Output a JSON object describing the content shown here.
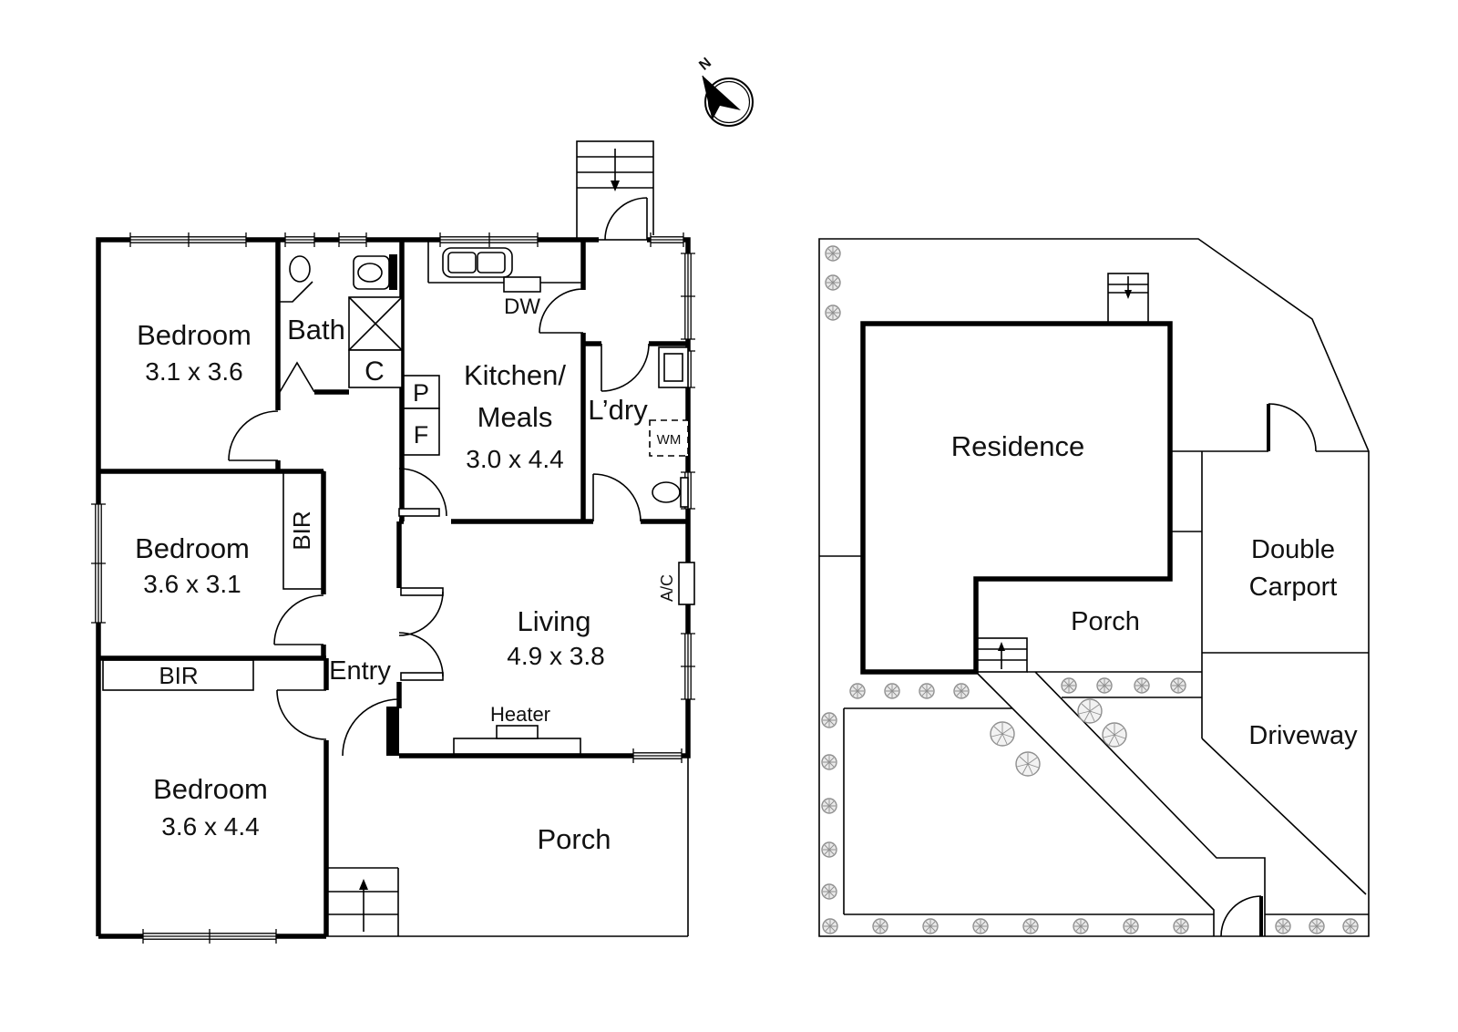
{
  "compass": {
    "north_label": "N"
  },
  "floor_plan": {
    "bedroom1": {
      "name": "Bedroom",
      "dims": "3.1 x 3.6"
    },
    "bedroom2": {
      "name": "Bedroom",
      "dims": "3.6 x 3.1"
    },
    "bedroom3": {
      "name": "Bedroom",
      "dims": "3.6 x 4.4"
    },
    "kitchen": {
      "name_line1": "Kitchen/",
      "name_line2": "Meals",
      "dims": "3.0 x 4.4"
    },
    "living": {
      "name": "Living",
      "dims": "4.9 x 3.8"
    },
    "bath": {
      "name": "Bath"
    },
    "laundry": {
      "name": "L’dry"
    },
    "entry": {
      "name": "Entry"
    },
    "porch": {
      "name": "Porch"
    },
    "labels": {
      "cupboard": "C",
      "pantry": "P",
      "fridge": "F",
      "dishwasher": "DW",
      "washing_machine": "WM",
      "built_in_robe_side": "BIR",
      "built_in_robe_bottom": "BIR",
      "heater": "Heater",
      "air_conditioner": "A/C"
    }
  },
  "site_plan": {
    "residence": "Residence",
    "porch": "Porch",
    "carport_line1": "Double",
    "carport_line2": "Carport",
    "driveway": "Driveway"
  },
  "colors": {
    "line": "#000000",
    "shrub_stroke": "#8f8f8f",
    "shrub_fill": "#e9e9e9"
  }
}
